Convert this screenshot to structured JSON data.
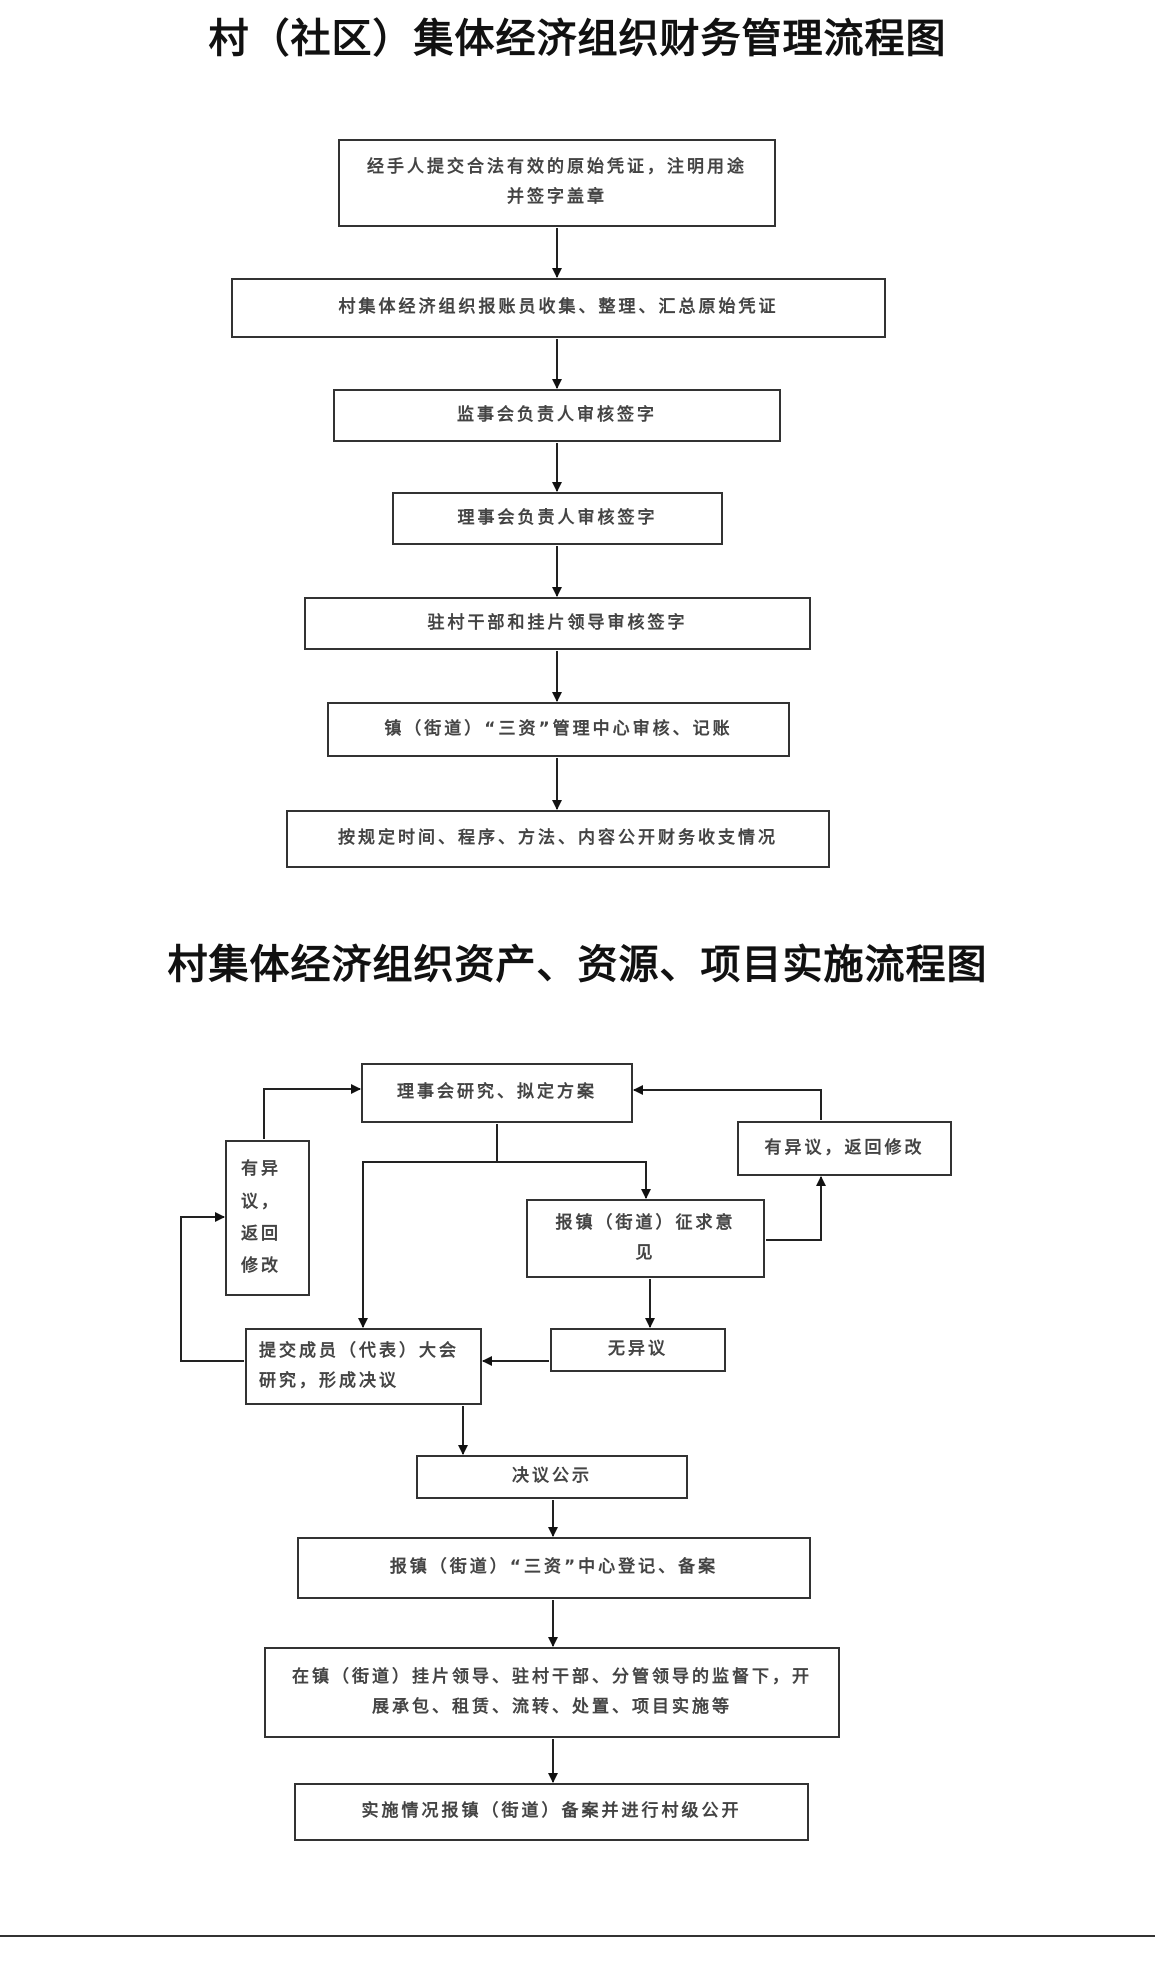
{
  "section1": {
    "title": "村（社区）集体经济组织财务管理流程图",
    "steps": [
      "经手人提交合法有效的原始凭证，注明用途并签字盖章",
      "村集体经济组织报账员收集、整理、汇总原始凭证",
      "监事会负责人审核签字",
      "理事会负责人审核签字",
      "驻村干部和挂片领导审核签字",
      "镇（街道）“三资”管理中心审核、记账",
      "按规定时间、程序、方法、内容公开财务收支情况"
    ]
  },
  "section2": {
    "title": "村集体经济组织资产、资源、项目实施流程图",
    "nodes": {
      "draft_plan": "理事会研究、拟定方案",
      "objection_left": "有异议，返回修改",
      "objection_right": "有异议，返回修改",
      "seek_opinion": "报镇（街道）征求意见",
      "submit_assembly": "提交成员（代表）大会研究，形成决议",
      "no_objection": "无异议",
      "publish_resolution": "决议公示",
      "register_filing": "报镇（街道）“三资”中心登记、备案",
      "implement": "在镇（街道）挂片领导、驻村干部、分管领导的监督下，开展承包、租赁、流转、处置、项目实施等",
      "report_public": "实施情况报镇（街道）备案并进行村级公开"
    }
  }
}
